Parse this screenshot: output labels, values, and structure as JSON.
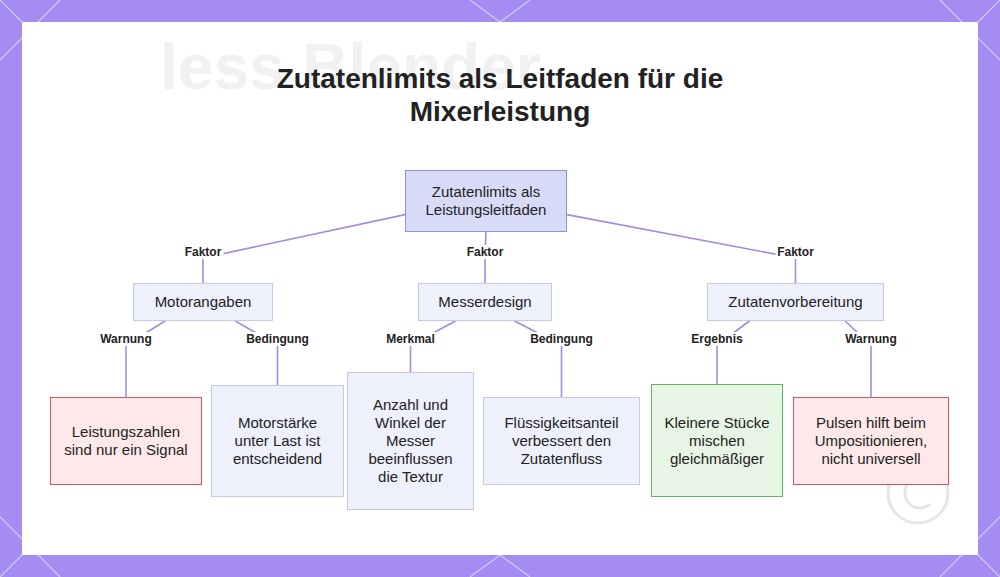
{
  "diagram": {
    "title": "Zutatenlimits als Leitfaden für die Mixerleistung",
    "nodes": [
      {
        "text": [
          "Zutatenlimits als Leistungsleitfaden"
        ]
      },
      {
        "text": [
          "Motorangaben"
        ]
      },
      {
        "text": [
          "Messerdesign"
        ]
      },
      {
        "text": [
          "Zutatenvorbereitung"
        ]
      },
      {
        "text": [
          "Leistungszahlen sind nur ein Signal"
        ]
      },
      {
        "text": [
          "Motorstärke unter Last ist entscheidend"
        ]
      },
      {
        "text": [
          "Anzahl und Winkel der Messer beeinflussen die Textur"
        ]
      },
      {
        "text": [
          "Flüssigkeitsanteil verbessert den Zutatenfluss"
        ]
      },
      {
        "text": [
          "Kleinere Stücke mischen gleichmäßiger"
        ]
      },
      {
        "text": [
          "Pulsen hilft beim Umpositionieren, nicht universell"
        ]
      }
    ],
    "edges": [
      {
        "from": 0,
        "to": 1,
        "label": "Faktor",
        "arrow": "none"
      },
      {
        "from": 0,
        "to": 2,
        "label": "Faktor",
        "arrow": "none"
      },
      {
        "from": 0,
        "to": 3,
        "label": "Faktor",
        "arrow": "none"
      },
      {
        "from": 1,
        "to": 4,
        "label": "Warnung",
        "arrow": "none"
      },
      {
        "from": 1,
        "to": 5,
        "label": "Bedingung",
        "arrow": "none"
      },
      {
        "from": 2,
        "to": 6,
        "label": "Merkmal",
        "arrow": "none"
      },
      {
        "from": 2,
        "to": 7,
        "label": "Bedingung",
        "arrow": "none"
      },
      {
        "from": 3,
        "to": 8,
        "label": "Ergebnis",
        "arrow": "none"
      },
      {
        "from": 3,
        "to": 9,
        "label": "Warnung",
        "arrow": "none"
      }
    ],
    "labels": [
      "less Blender"
    ]
  }
}
